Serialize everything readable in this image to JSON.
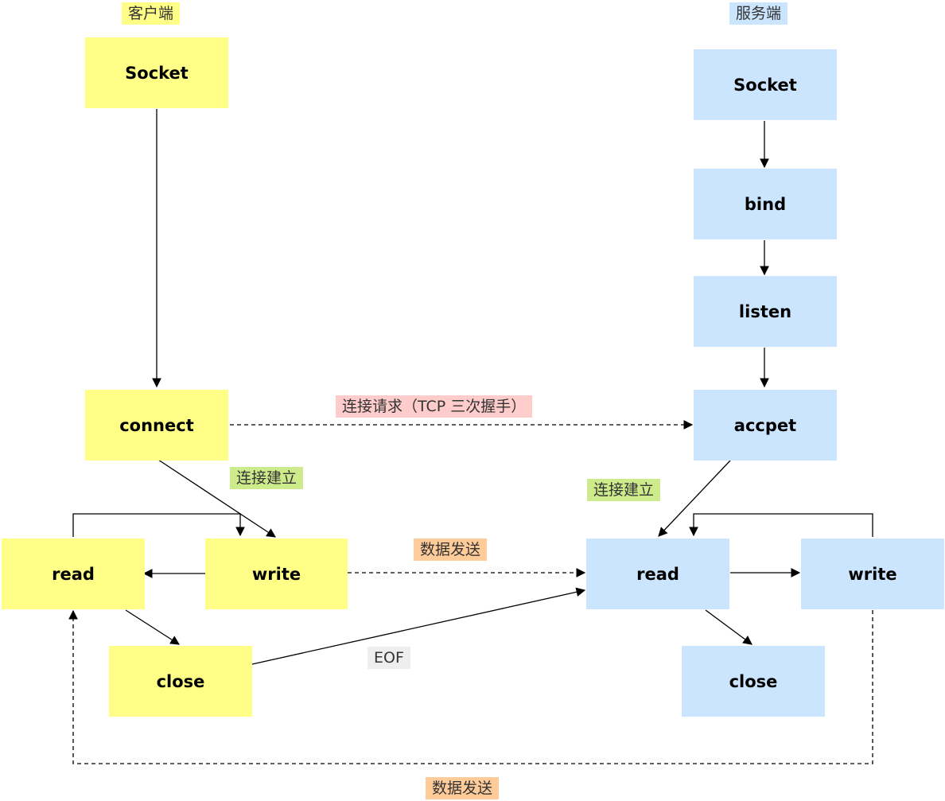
{
  "headers": {
    "client": "客户端",
    "server": "服务端"
  },
  "client": {
    "socket": "Socket",
    "connect": "connect",
    "read": "read",
    "write": "write",
    "close": "close"
  },
  "server": {
    "socket": "Socket",
    "bind": "bind",
    "listen": "listen",
    "accept": "accpet",
    "read": "read",
    "write": "write",
    "close": "close"
  },
  "labels": {
    "connect_request": "连接请求（TCP 三次握手）",
    "established_client": "连接建立",
    "established_server": "连接建立",
    "data_send_top": "数据发送",
    "eof": "EOF",
    "data_send_bottom": "数据发送"
  },
  "colors": {
    "client_box": "#ffff88",
    "server_box": "#cce5ff",
    "established_tag": "#cdeb8b",
    "request_tag": "#ffcccc",
    "data_tag": "#ffcc99",
    "eof_tag": "#eeeeee"
  }
}
